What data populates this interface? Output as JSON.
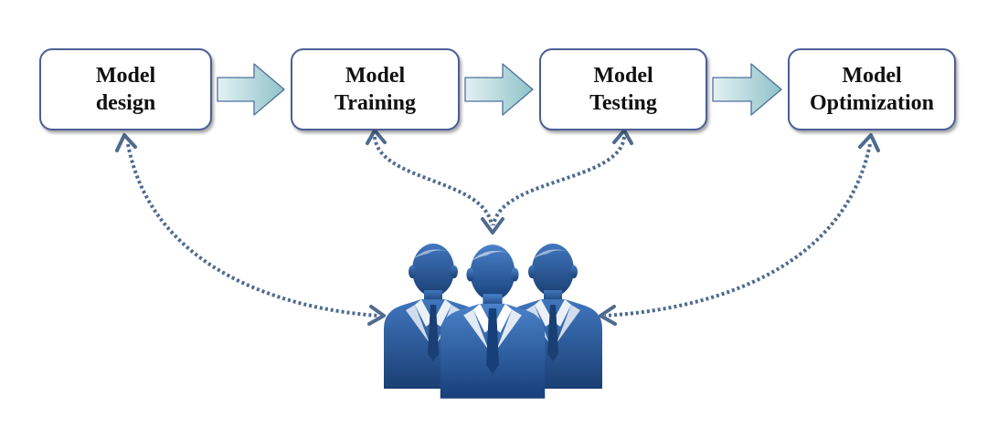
{
  "stages": [
    {
      "line1": "Model",
      "line2": "design"
    },
    {
      "line1": "Model",
      "line2": "Training"
    },
    {
      "line1": "Model",
      "line2": "Testing"
    },
    {
      "line1": "Model",
      "line2": "Optimization"
    }
  ],
  "colors": {
    "box_border": "#4a5f94",
    "flow_arrow_light": "#e3f1f3",
    "flow_arrow_dark": "#8fc3c8",
    "flow_arrow_border": "#4f6f9e",
    "dotted_connector": "#4f6b8f",
    "people_light": "#4a82c9",
    "people_dark": "#173f7a"
  },
  "icons": {
    "flow": "block-right-arrow-icon",
    "people": "team-of-people-icon"
  }
}
